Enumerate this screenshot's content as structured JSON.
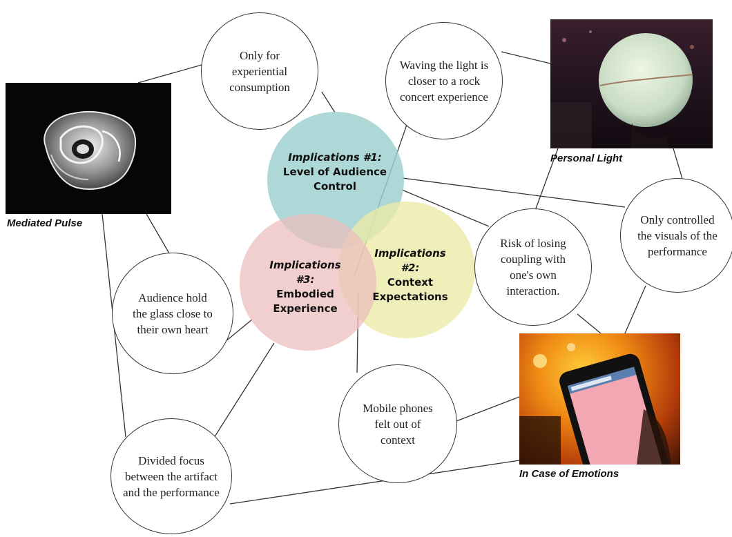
{
  "implications": [
    {
      "title": "Implications #1:",
      "subtitle": "Level of Audience Control",
      "color": "#9ccfd0"
    },
    {
      "title": "Implications #2:",
      "subtitle": "Context Expectations",
      "color": "#eceaa6"
    },
    {
      "title": "Implications #3:",
      "subtitle": "Embodied Experience",
      "color": "#ebbcbc"
    }
  ],
  "findings": {
    "only_experiential": "Only for experiential consumption",
    "waving_light": "Waving the light is closer to a rock concert experience",
    "audience_hold": "Audience hold the glass close to their own heart",
    "risk_coupling": "Risk of losing coupling with one's own interaction.",
    "only_controlled": "Only controlled the visuals of the performance",
    "mobile_phones": "Mobile phones felt out of context",
    "divided_focus": "Divided focus between the artifact and the performance"
  },
  "artifacts": {
    "mediated_pulse": "Mediated Pulse",
    "personal_light": "Personal Light",
    "in_case_of_emotions": "In Case of Emotions"
  }
}
